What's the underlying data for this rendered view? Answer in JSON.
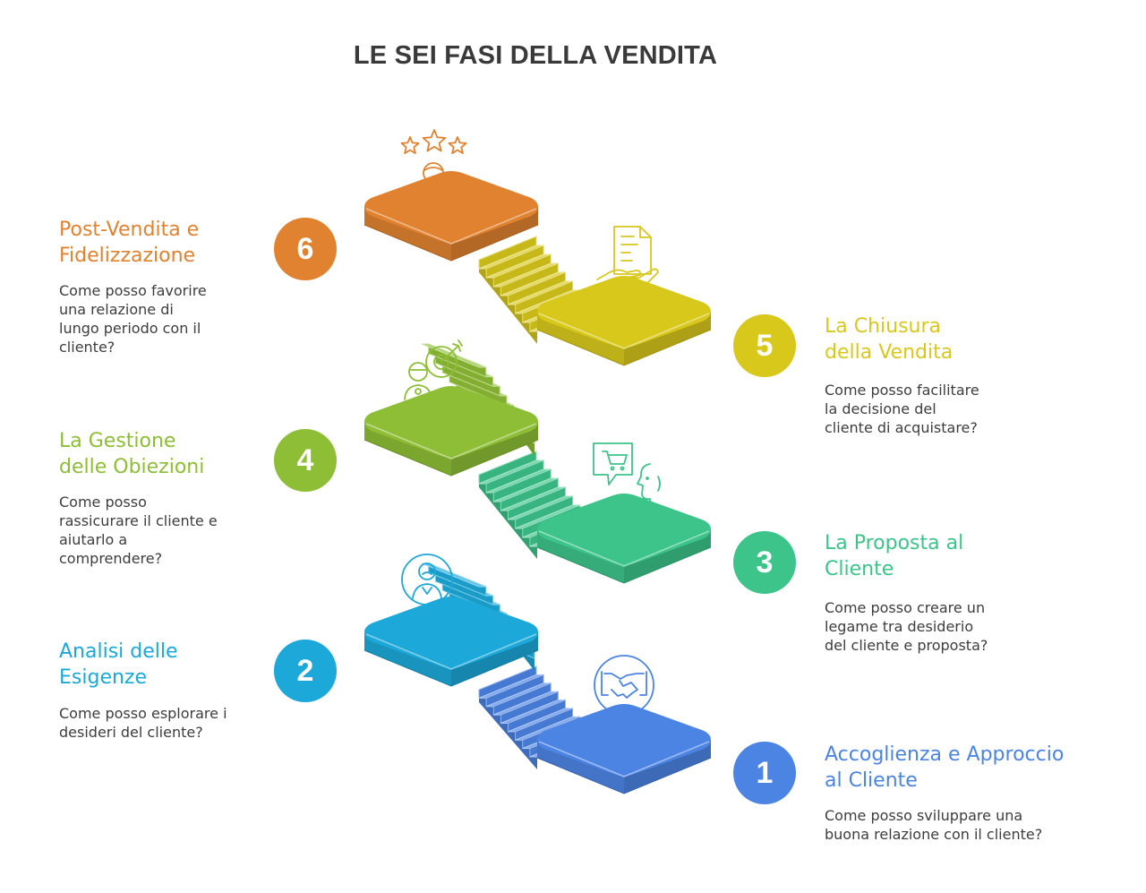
{
  "title": "LE SEI FASI DELLA VENDITA",
  "steps": [
    {
      "number": "1",
      "title": "Accoglienza e Approccio\nal Cliente",
      "question": "Come posso sviluppare una\nbuona relazione con il cliente?",
      "color": "#4C84E3",
      "icon": "handshake-icon"
    },
    {
      "number": "2",
      "title": "Analisi delle\nEsigenze",
      "question": "Come posso esplorare i\ndesideri del cliente?",
      "color": "#1CA8D9",
      "icon": "person-magnifier-icon"
    },
    {
      "number": "3",
      "title": "La Proposta al\nCliente",
      "question": "Come posso creare un\nlegame tra desiderio\ndel cliente e proposta?",
      "color": "#3CC48A",
      "icon": "shopping-cart-speech-icon"
    },
    {
      "number": "4",
      "title": "La Gestione\ndelle Obiezioni",
      "question": "Come posso\nrassicurare il cliente e\naiutarlo a\ncomprendere?",
      "color": "#8DBE35",
      "icon": "target-person-icon"
    },
    {
      "number": "5",
      "title": "La Chiusura\ndella Vendita",
      "question": "Come posso facilitare\nla decisione del\ncliente di acquistare?",
      "color": "#D8C81C",
      "icon": "document-hand-icon"
    },
    {
      "number": "6",
      "title": "Post-Vendita e\nFidelizzazione",
      "question": "Come posso favorire\nuna relazione di\nlungo periodo con il\ncliente?",
      "color": "#E08230",
      "icon": "stars-person-icon"
    }
  ]
}
